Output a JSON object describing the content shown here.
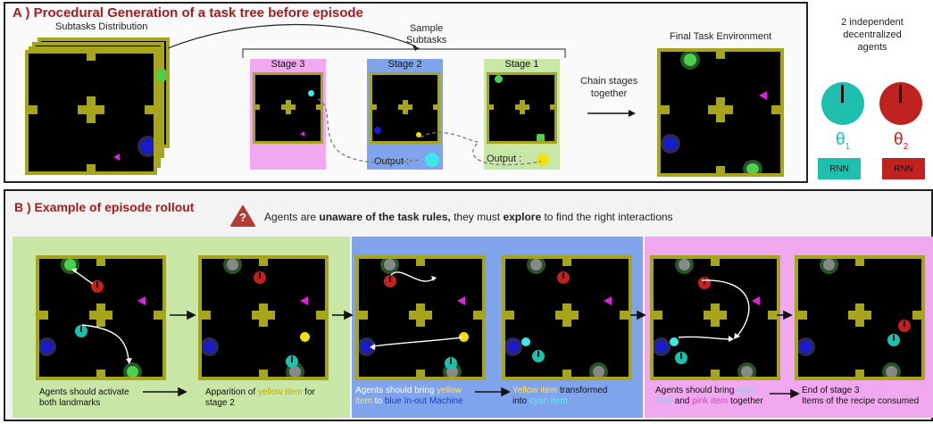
{
  "panel_a": {
    "title": "A ) Procedural Generation of a task tree before episode",
    "subtasks_label": "Subtasks Distribution",
    "sample_label": "Sample\nSubtasks",
    "stages": [
      {
        "label": "Stage 3",
        "color": "#f0a8ee"
      },
      {
        "label": "Stage 2",
        "color": "#7fa4ec"
      },
      {
        "label": "Stage 1",
        "color": "#c8e6a6"
      }
    ],
    "output_label": "Output :",
    "chain_label": "Chain stages\ntogether",
    "final_label": "Final Task Environment",
    "agents_label": "2 independent\ndecentralized\nagents",
    "theta1": "θ",
    "theta1_sub": "1",
    "theta2": "θ",
    "theta2_sub": "2",
    "rnn1": "RNN",
    "rnn2": "RNN",
    "colors": {
      "cyan_agent": "#1fbfad",
      "red_agent": "#c0221f",
      "wall": "#a7a51b"
    }
  },
  "panel_b": {
    "title": "B ) Example of episode rollout",
    "warning_icon_text": "?",
    "warning_pre": "Agents are ",
    "warning_bold1": "unaware of the task rules,",
    "warning_mid": " they must ",
    "warning_bold2": "explore",
    "warning_post": " to find the right interactions",
    "captions": [
      {
        "lines": [
          "Agents should activate",
          "both landmarks"
        ]
      },
      {
        "pre": "Apparition of ",
        "hl": "yellow item",
        "hlcolor": "#e2c300",
        "post": " for",
        "line2": "stage 2"
      },
      {
        "pre": "Agents should bring ",
        "hl": "yellow",
        "hlcolor": "#ffe15a",
        "line2hl": "item",
        "line2mid": " to ",
        "line2hl2": "blue In-out Machine",
        "line2hl2color": "#1e3cc8"
      },
      {
        "hl": "Yellow item",
        "hlcolor": "#ffe15a",
        "post": " transformed",
        "line2": "into ",
        "line2hl": "cyan item",
        "line2hlcolor": "#4ff0f0"
      },
      {
        "pre": "Agents should bring ",
        "hl": "cyan",
        "hlcolor": "#4ff0f0",
        "line2hl": "item",
        "line2mid": " and ",
        "line2hl2": "pink item",
        "line2hl2color": "#e040c8",
        "line2post": " together"
      },
      {
        "lines": [
          "End of stage 3",
          "Items of the recipe consumed"
        ]
      }
    ]
  }
}
